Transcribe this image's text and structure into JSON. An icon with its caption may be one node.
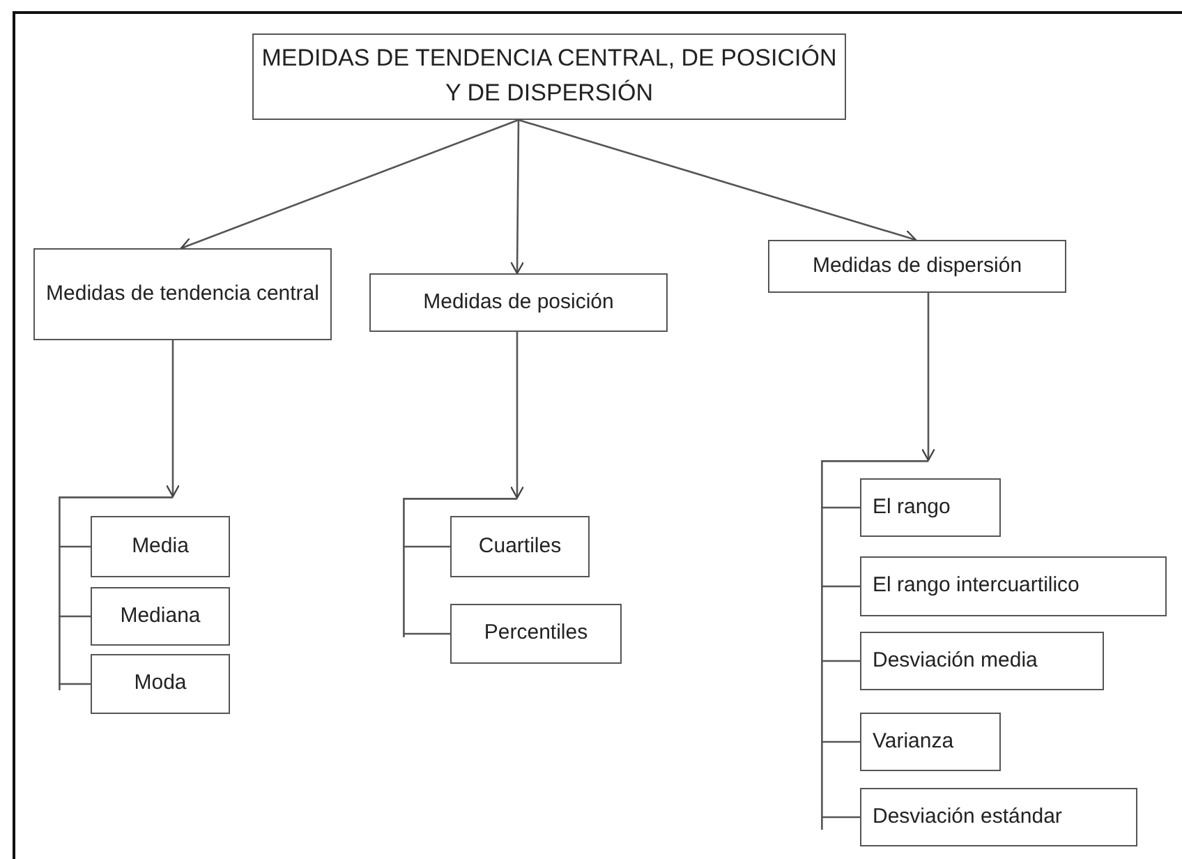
{
  "diagram": {
    "nodes": [
      {
        "text": [
          "MEDIDAS DE TENDENCIA CENTRAL, DE POSICIÓN Y DE DISPERSIÓN"
        ]
      },
      {
        "text": [
          "Medidas de tendencia central"
        ]
      },
      {
        "text": [
          "Medidas de posición"
        ]
      },
      {
        "text": [
          "Medidas de dispersión"
        ]
      },
      {
        "text": [],
        "shape": "bracket"
      },
      {
        "text": [
          "Media"
        ]
      },
      {
        "text": [
          "Mediana"
        ]
      },
      {
        "text": [
          "Moda"
        ]
      },
      {
        "text": [],
        "shape": "bracket"
      },
      {
        "text": [
          "Cuartiles"
        ]
      },
      {
        "text": [
          "Percentiles"
        ]
      },
      {
        "text": [],
        "shape": "bracket"
      },
      {
        "text": [
          "El rango"
        ]
      },
      {
        "text": [
          "El rango intercuartilico"
        ]
      },
      {
        "text": [
          "Desviación media"
        ]
      },
      {
        "text": [
          "Varianza"
        ]
      },
      {
        "text": [
          "Desviación estándar"
        ]
      }
    ],
    "edges": [
      {
        "from": 0,
        "to": 1,
        "arrow": "to"
      },
      {
        "from": 0,
        "to": 2,
        "arrow": "to"
      },
      {
        "from": 0,
        "to": 3,
        "arrow": "to"
      },
      {
        "from": 1,
        "to": 4,
        "arrow": "to"
      },
      {
        "from": 4,
        "to": 5,
        "arrow": "none"
      },
      {
        "from": 4,
        "to": 6,
        "arrow": "none"
      },
      {
        "from": 4,
        "to": 7,
        "arrow": "none"
      },
      {
        "from": 2,
        "to": 8,
        "arrow": "to"
      },
      {
        "from": 8,
        "to": 9,
        "arrow": "none"
      },
      {
        "from": 8,
        "to": 10,
        "arrow": "none"
      },
      {
        "from": 3,
        "to": 11,
        "arrow": "to"
      },
      {
        "from": 11,
        "to": 12,
        "arrow": "none"
      },
      {
        "from": 11,
        "to": 13,
        "arrow": "none"
      },
      {
        "from": 11,
        "to": 14,
        "arrow": "none"
      },
      {
        "from": 11,
        "to": 15,
        "arrow": "none"
      },
      {
        "from": 11,
        "to": 16,
        "arrow": "none"
      }
    ]
  }
}
